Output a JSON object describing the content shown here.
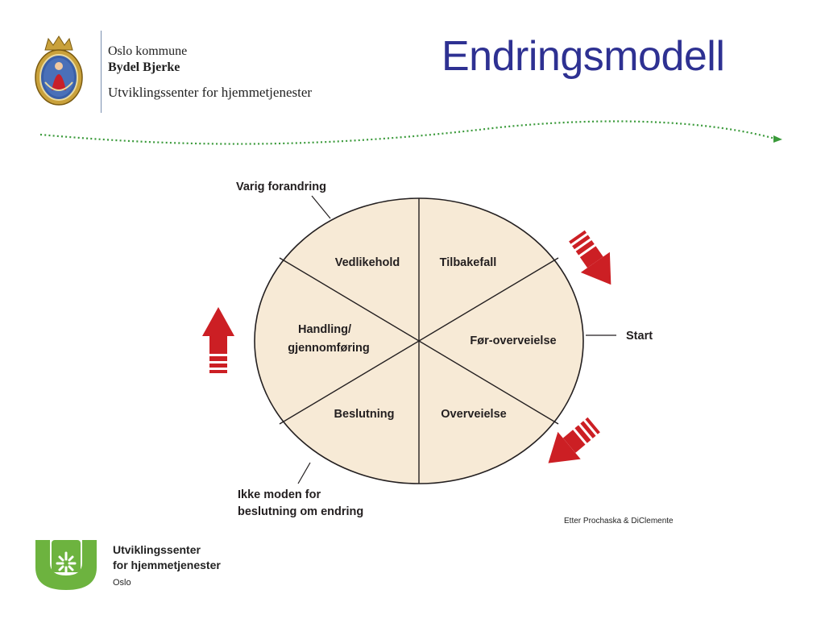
{
  "header": {
    "org_line1": "Oslo kommune",
    "org_line2": "Bydel Bjerke",
    "org_line3": "Utviklingssenter for hjemmetjenester",
    "title": "Endringsmodell",
    "title_color": "#2e3192",
    "seal_icon": "oslo-city-seal-icon"
  },
  "diagram": {
    "fill_color": "#f7ead6",
    "line_color": "#231f20",
    "arrow_color": "#cc1f24",
    "segments": {
      "maintenance": "Vedlikehold",
      "relapse": "Tilbakefall",
      "action_line1": "Handling/",
      "action_line2": "gjennomføring",
      "precontemplation": "Før-overveielse",
      "decision": "Beslutning",
      "contemplation": "Overveielse"
    },
    "callouts": {
      "lasting_change": "Varig forandring",
      "start": "Start",
      "not_ready_line1": "Ikke moden for",
      "not_ready_line2": "beslutning om endring"
    },
    "arrow_icons": [
      "arrow-down-right-icon",
      "arrow-down-left-icon",
      "arrow-up-icon"
    ]
  },
  "credit": "Etter Prochaska & DiClemente",
  "footer": {
    "line1": "Utviklingssenter",
    "line2": "for hjemmetjenester",
    "line3": "Oslo",
    "logo_icon": "utviklingssenter-logo-icon",
    "logo_color": "#6db33f"
  }
}
